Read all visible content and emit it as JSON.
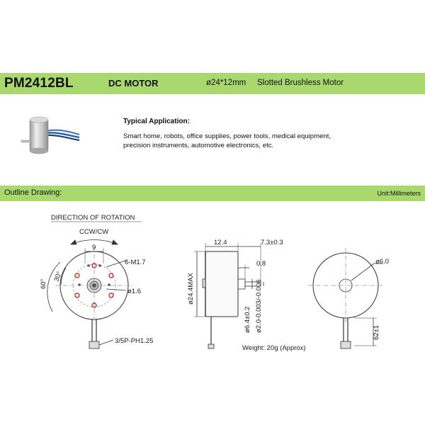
{
  "header": {
    "model": "PM2412BL",
    "type": "DC MOTOR",
    "size": "ø24*12mm",
    "kind": "Slotted Brushless Motor"
  },
  "application": {
    "heading": "Typical Application:",
    "line1": "Smart home, robots, office supplies, power tools, medical equipment,",
    "line2": "precision instruments, automotive electronics, etc."
  },
  "outline": {
    "title": "Outline Drawing:",
    "unit": "Unit:Millimeters"
  },
  "drawing": {
    "rotation_title": "DIRECTION OF ROTATION",
    "rotation": "CCW/CW",
    "dim_9": "9",
    "screw": "6-M1.7",
    "dia_1_6": "ø1.6",
    "angle_30": "30°",
    "angle_60": "60°",
    "connector": "3/5P-PH1.25",
    "dim_12_4": "12.4",
    "dim_7_3": "7.3±0.3",
    "dim_0_8": "0.8",
    "dia_24_4": "ø24.4MAX",
    "dia_6_4": "ø6.4±0.2",
    "dia_2": "ø2.0-0.003/-0.006",
    "weight": "Weight: 20g (Approx)",
    "dia_6": "ø6.0",
    "len_62": "62±1"
  },
  "colors": {
    "green_bar": "#a9d86e",
    "motor_metal": "#c8c8c8",
    "wire_blue": "#2b5aa8",
    "hole_red": "#c0392b"
  }
}
